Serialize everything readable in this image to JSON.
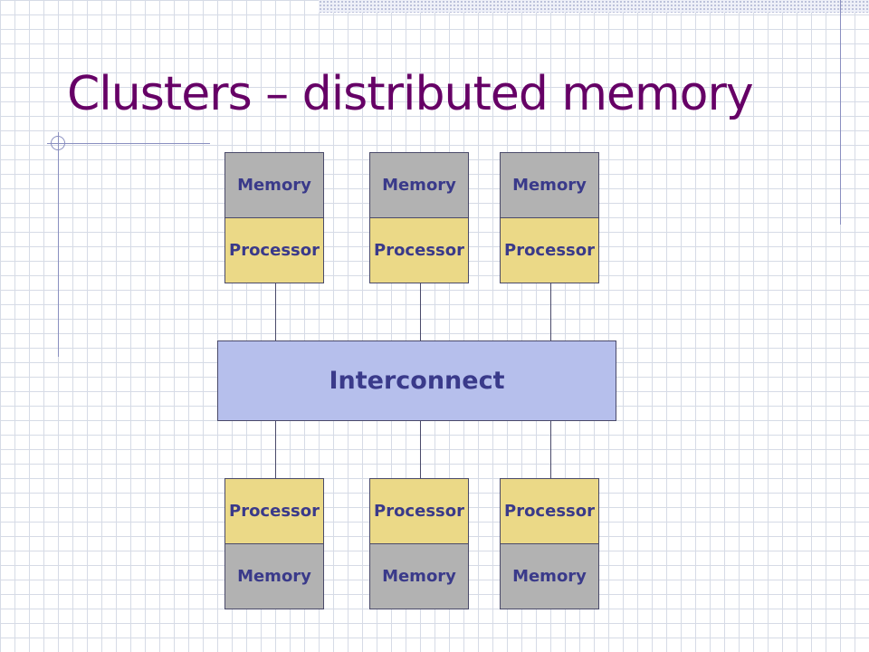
{
  "slide": {
    "title": "Clusters – distributed memory"
  },
  "diagram": {
    "interconnect_label": "Interconnect",
    "top_nodes": [
      {
        "memory": "Memory",
        "processor": "Processor"
      },
      {
        "memory": "Memory",
        "processor": "Processor"
      },
      {
        "memory": "Memory",
        "processor": "Processor"
      }
    ],
    "bottom_nodes": [
      {
        "processor": "Processor",
        "memory": "Memory"
      },
      {
        "processor": "Processor",
        "memory": "Memory"
      },
      {
        "processor": "Processor",
        "memory": "Memory"
      }
    ]
  },
  "colors": {
    "title": "#660066",
    "memory": "#b2b2b2",
    "processor": "#ebd987",
    "interconnect": "#b6bfec",
    "label_text": "#3a3a8a"
  }
}
